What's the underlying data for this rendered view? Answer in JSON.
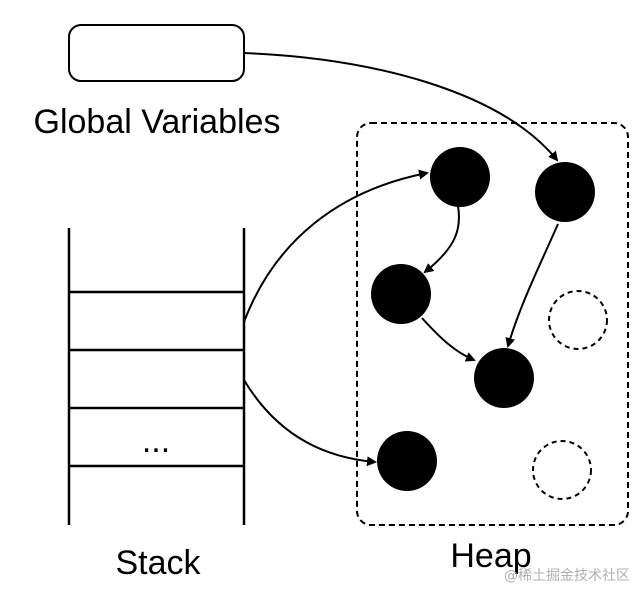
{
  "labels": {
    "global_variables": "Global Variables",
    "stack": "Stack",
    "heap": "Heap",
    "stack_ellipsis": "..."
  },
  "watermark": "@稀土掘金技术社区",
  "colors": {
    "stroke": "#000000",
    "object_fill": "#000000",
    "free_fill": "#ffffff",
    "background": "#ffffff",
    "watermark": "#b0b0b0"
  }
}
